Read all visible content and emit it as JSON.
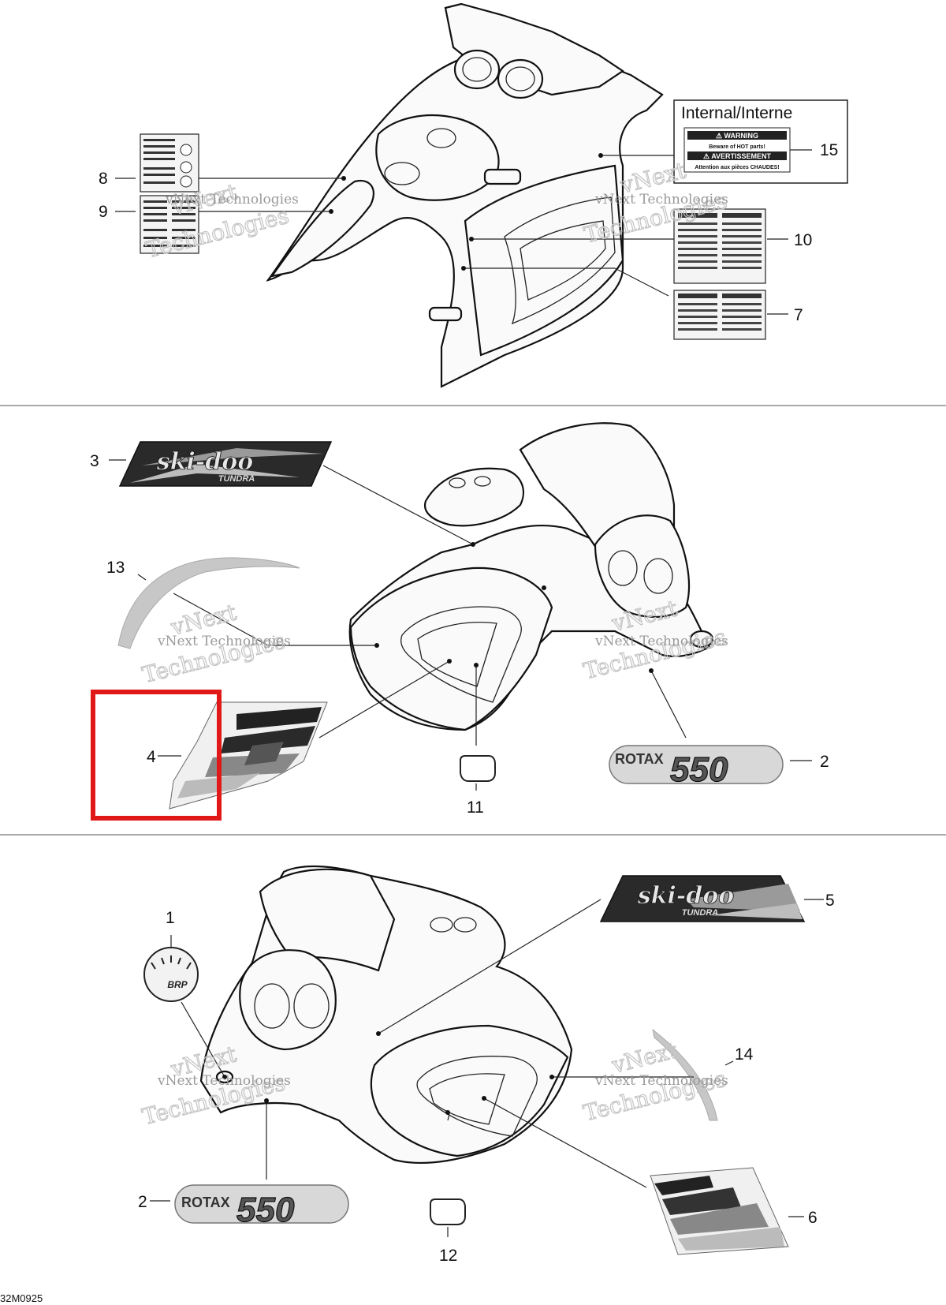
{
  "diagram_code": "32M0925",
  "watermark": {
    "line1": "vNext Technologies",
    "line2": "vNext",
    "line3": "Technologies"
  },
  "internal_box": {
    "title": "Internal/Interne",
    "line1": "⚠ WARNING",
    "line2": "Beware of HOT parts!",
    "line3": "⚠ AVERTISSEMENT",
    "line4": "Attention aux pièces CHAUDES!"
  },
  "decals": {
    "skidoo_brand": "ski-doo",
    "skidoo_model": "TUNDRA",
    "rotax_word": "ROTAX",
    "rotax_number": "550",
    "brp_word": "BRP"
  },
  "callouts": {
    "c1": "1",
    "c2a": "2",
    "c2b": "2",
    "c3": "3",
    "c4": "4",
    "c5": "5",
    "c6": "6",
    "c7": "7",
    "c8": "8",
    "c9": "9",
    "c10": "10",
    "c11": "11",
    "c12": "12",
    "c13": "13",
    "c14": "14",
    "c15": "15"
  },
  "highlight": {
    "target": "4",
    "color": "#e01818"
  }
}
